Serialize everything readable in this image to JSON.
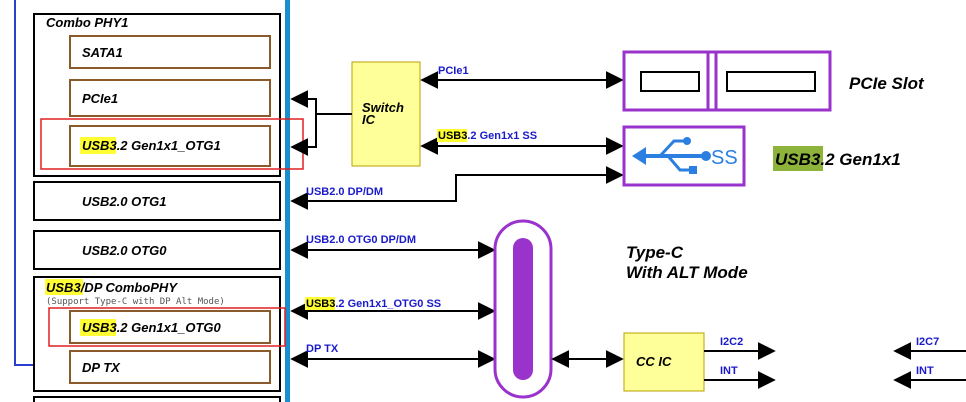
{
  "combo_phy1": {
    "title": "Combo PHY1",
    "sata": "SATA1",
    "pcie": "PCIe1",
    "usb_hl": "USB3",
    "usb_rest": ".2 Gen1x1_OTG1"
  },
  "usb20_otg1": "USB2.0 OTG1",
  "usb20_otg0": "USB2.0 OTG0",
  "usb3dp": {
    "title_hl": "USB3",
    "title_rest": "/DP ComboPHY",
    "note": "(Support Type-C with DP Alt Mode)",
    "usb_hl": "USB3",
    "usb_rest": ".2 Gen1x1_OTG0",
    "dptx": "DP TX"
  },
  "switch_ic": {
    "line1": "Switch",
    "line2": "IC"
  },
  "signals": {
    "pcie1": "PCIe1",
    "usb_ss_hl": "USB3",
    "usb_ss_rest": ".2 Gen1x1 SS",
    "usb20_dpdm": "USB2.0 DP/DM",
    "usb20_otg0_dpdm": "USB2.0 OTG0 DP/DM",
    "usb_otg0_ss_hl": "USB3",
    "usb_otg0_ss_rest": ".2 Gen1x1_OTG0 SS",
    "dp_tx": "DP TX",
    "i2c2": "I2C2",
    "int1": "INT",
    "i2c7": "I2C7",
    "int2": "INT"
  },
  "pcie_slot_label": "PCIe Slot",
  "usb_ss_icon_text": "SS",
  "usb_gen_label": {
    "hl": "USB3",
    "rest": ".2 Gen1x1"
  },
  "typec_label": {
    "line1": "Type-C",
    "line2": "With ALT Mode"
  },
  "cc_ic": "CC IC",
  "colors": {
    "brown": "#8b5a2b",
    "purple": "#9933cc",
    "yellow_box": "#ffff99",
    "highlight": "#ffff33",
    "olive": "#8db33a",
    "bus_blue": "#1a8fd0",
    "signal_text": "#1a1acc",
    "red_box": "#e02020"
  }
}
